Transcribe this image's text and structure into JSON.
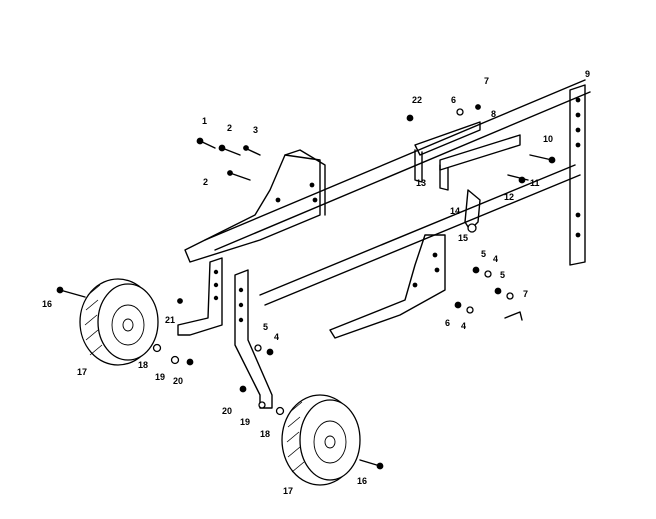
{
  "callouts": [
    "1",
    "2",
    "2",
    "3",
    "4",
    "4",
    "4",
    "5",
    "5",
    "5",
    "6",
    "6",
    "7",
    "7",
    "8",
    "9",
    "10",
    "11",
    "12",
    "13",
    "14",
    "15",
    "16",
    "16",
    "17",
    "17",
    "18",
    "18",
    "19",
    "19",
    "20",
    "20",
    "21",
    "22"
  ],
  "colors": {
    "ink": "#000000",
    "paper": "#ffffff"
  }
}
